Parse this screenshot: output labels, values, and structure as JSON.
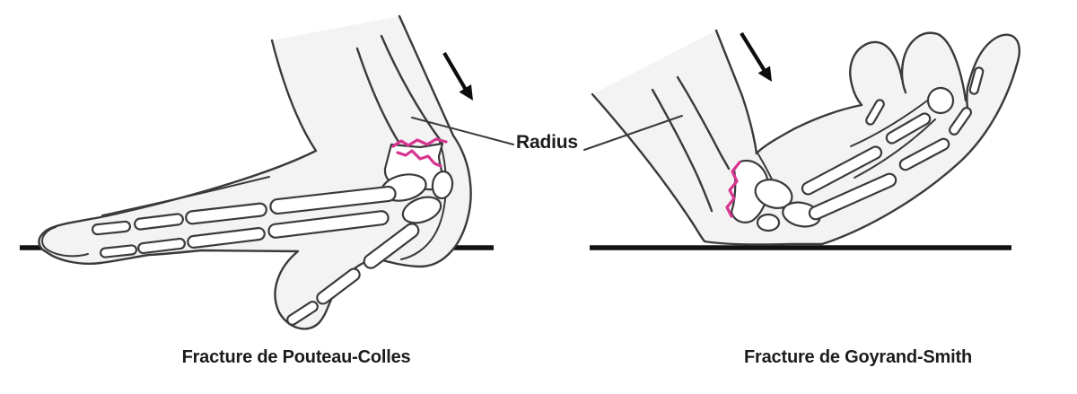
{
  "figure_type": "medical-diagram",
  "labels": {
    "radius": "Radius"
  },
  "panels": [
    {
      "id": "left",
      "caption": "Fracture de Pouteau-Colles",
      "depicts": "fall on extended wrist, palm down, dorsal fracture wedge of distal radius",
      "fracture_marker": "pink double jagged line",
      "force_arrow": "down-right"
    },
    {
      "id": "right",
      "caption": "Fracture de Goyrand-Smith",
      "depicts": "fall on flexed wrist, dorsum down, volar fracture line of distal radius",
      "fracture_marker": "pink jagged line",
      "force_arrow": "down-right"
    }
  ],
  "colors": {
    "ink": "#3a3a3a",
    "skin": "#f3f3f4",
    "bone": "#ffffff",
    "fracture": "#d6348f",
    "ground": "#121212",
    "text": "#1c1c1c",
    "bg": "#ffffff"
  }
}
